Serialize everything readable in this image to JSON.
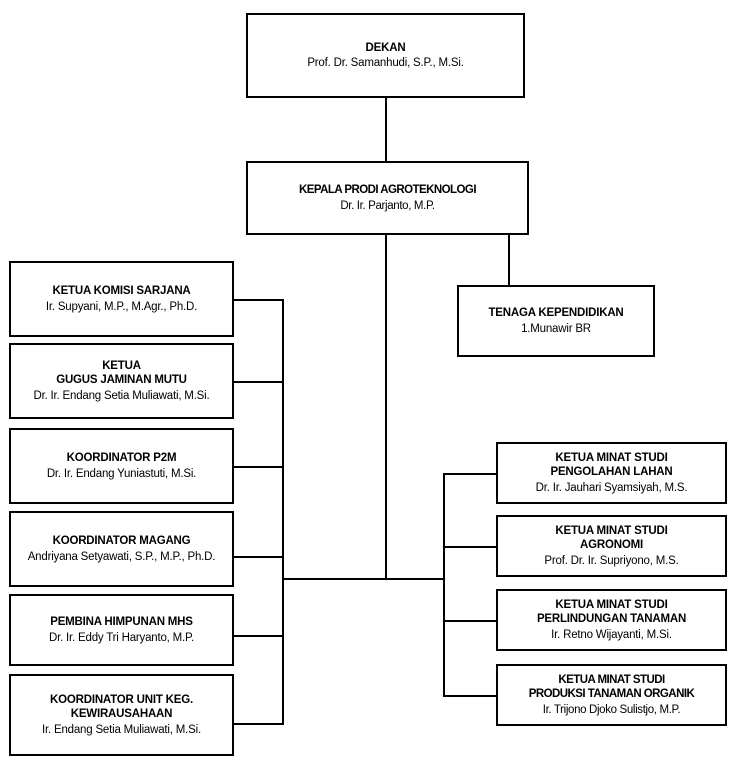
{
  "chart": {
    "type": "org-chart",
    "orientation": "top-down",
    "line_color": "#000000",
    "box_border_color": "#000000",
    "background_color": "#ffffff"
  },
  "nodes": {
    "dekan": {
      "title": "DEKAN",
      "name": "Prof. Dr. Samanhudi, S.P., M.Si."
    },
    "kepala_prodi": {
      "title": "KEPALA PRODI AGROTEKNOLOGI",
      "name": "Dr. Ir. Parjanto, M.P."
    },
    "tenaga_kependidikan": {
      "title": "TENAGA KEPENDIDIKAN",
      "name": "1.Munawir BR"
    }
  },
  "left_column": [
    {
      "title": "KETUA KOMISI SARJANA",
      "name": "Ir. Supyani, M.P., M.Agr., Ph.D."
    },
    {
      "title_line1": "KETUA",
      "title_line2": "GUGUS JAMINAN MUTU",
      "name": "Dr. Ir. Endang Setia Muliawati, M.Si."
    },
    {
      "title": "KOORDINATOR P2M",
      "name": "Dr. Ir. Endang Yuniastuti, M.Si."
    },
    {
      "title": "KOORDINATOR MAGANG",
      "name": "Andriyana Setyawati, S.P., M.P., Ph.D."
    },
    {
      "title": "PEMBINA HIMPUNAN MHS",
      "name": "Dr. Ir. Eddy Tri Haryanto, M.P."
    },
    {
      "title_line1": "KOORDINATOR UNIT KEG.",
      "title_line2": "KEWIRAUSAHAAN",
      "name": "Ir. Endang Setia Muliawati, M.Si."
    }
  ],
  "right_column": [
    {
      "title_line1": "KETUA MINAT STUDI",
      "title_line2": "PENGOLAHAN LAHAN",
      "name": "Dr. Ir. Jauhari Syamsiyah,  M.S."
    },
    {
      "title_line1": "KETUA MINAT STUDI",
      "title_line2": "AGRONOMI",
      "name": "Prof. Dr. Ir. Supriyono, M.S."
    },
    {
      "title_line1": "KETUA MINAT STUDI",
      "title_line2": "PERLINDUNGAN TANAMAN",
      "name": "Ir. Retno Wijayanti,  M.Si."
    },
    {
      "title_line1": "KETUA MINAT STUDI",
      "title_line2": "PRODUKSI TANAMAN ORGANIK",
      "name": "Ir. Trijono Djoko Sulistjo,  M.P."
    }
  ]
}
